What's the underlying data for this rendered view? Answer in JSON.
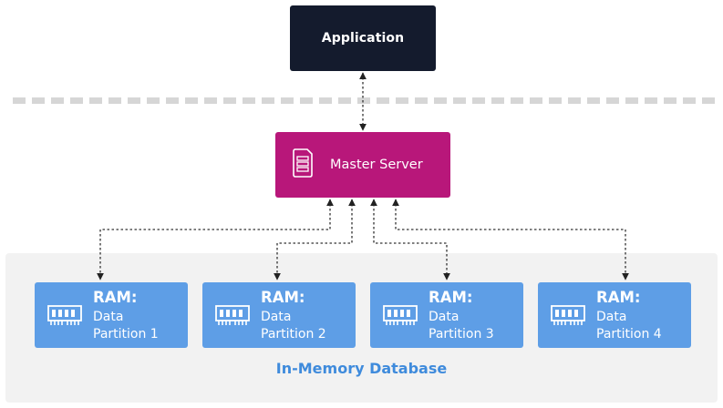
{
  "application": {
    "label": "Application"
  },
  "master": {
    "label": "Master Server",
    "icon": "server-icon"
  },
  "partitions": [
    {
      "title": "RAM:",
      "line1": "Data",
      "line2": "Partition 1",
      "icon": "ram-chip-icon"
    },
    {
      "title": "RAM:",
      "line1": "Data",
      "line2": "Partition 2",
      "icon": "ram-chip-icon"
    },
    {
      "title": "RAM:",
      "line1": "Data",
      "line2": "Partition 3",
      "icon": "ram-chip-icon"
    },
    {
      "title": "RAM:",
      "line1": "Data",
      "line2": "Partition 4",
      "icon": "ram-chip-icon"
    }
  ],
  "database": {
    "label": "In-Memory Database"
  },
  "colors": {
    "application": "#141b2d",
    "master": "#b8177a",
    "partition": "#5e9ee6",
    "database_label": "#3f8bdc",
    "database_region": "#f2f2f2"
  }
}
